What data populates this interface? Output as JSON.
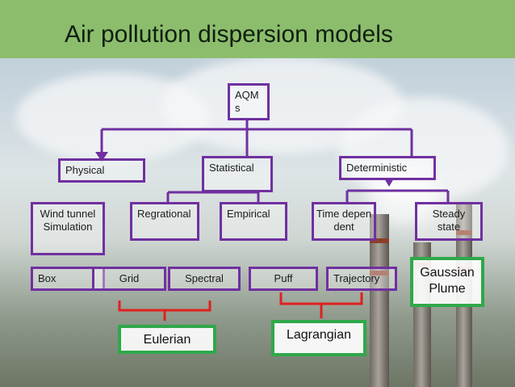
{
  "slide": {
    "title": "Air pollution dispersion models",
    "colors": {
      "header": "#8cbd6c",
      "box_border": "#7030a0",
      "highlight_border": "#2fa84a",
      "bracket": "#e02020",
      "connector": "#7030a0"
    }
  },
  "nodes": {
    "aqms": "AQMs",
    "physical": "Physical",
    "statistical": "Statistical",
    "deterministic": "Deterministic",
    "wind_tunnel": "Wind tunnel Simulation",
    "regrational": "Regrational",
    "empirical": "Empirical",
    "time_dependent": "Time dependent",
    "steady_state": "Steady state",
    "box": "Box",
    "grid": "Grid",
    "spectral": "Spectral",
    "puff": "Puff",
    "trajectory": "Trajectory",
    "gaussian_plume": "Gaussian Plume",
    "eulerian": "Eulerian",
    "lagrangian": "Lagrangian"
  }
}
